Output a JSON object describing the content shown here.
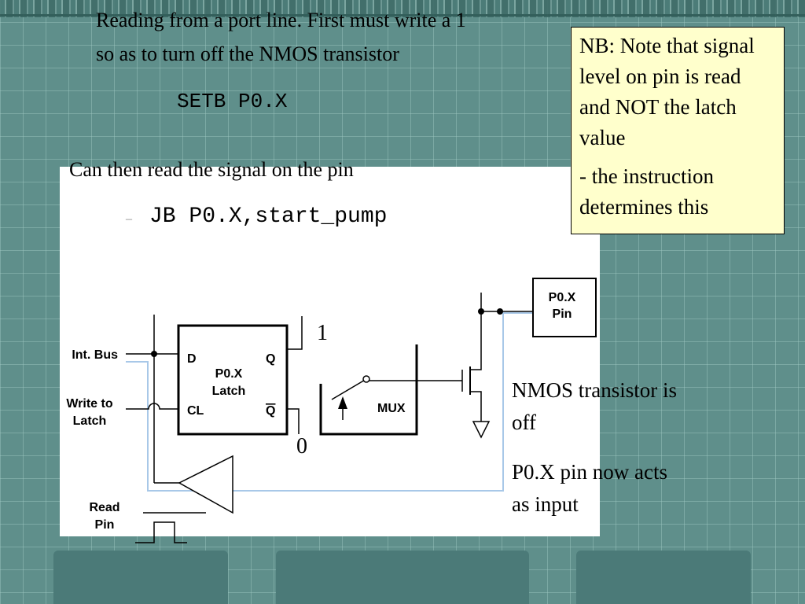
{
  "slide": {
    "heading_line1": "Reading from a port line. First must write a 1",
    "heading_line2": "so as to turn off the NMOS transistor",
    "code_setb": "SETB P0.X",
    "subheading": "Can then read the signal on the pin",
    "bullet_marker": "–",
    "code_jb": "JB P0.X,start_pump"
  },
  "note": {
    "paragraph1": "NB: Note that signal level on pin is read and NOT the latch value",
    "paragraph2": "- the instruction determines this"
  },
  "diagram": {
    "int_bus": "Int. Bus",
    "write_to_latch_line1": "Write to",
    "write_to_latch_line2": "Latch",
    "read_pin_line1": "Read",
    "read_pin_line2": "Pin",
    "latch_d": "D",
    "latch_q": "Q",
    "latch_cl": "CL",
    "latch_qbar": "Q",
    "latch_title_line1": "P0.X",
    "latch_title_line2": "Latch",
    "mux_label": "MUX",
    "pin_label_line1": "P0.X",
    "pin_label_line2": "Pin",
    "value_one": "1",
    "value_zero": "0",
    "read_path_color": "#a8c8e8"
  },
  "annotations": {
    "nmos_line1": "NMOS transistor is",
    "nmos_line2": "off",
    "input_line1": "P0.X pin now acts",
    "input_line2": "as input"
  }
}
